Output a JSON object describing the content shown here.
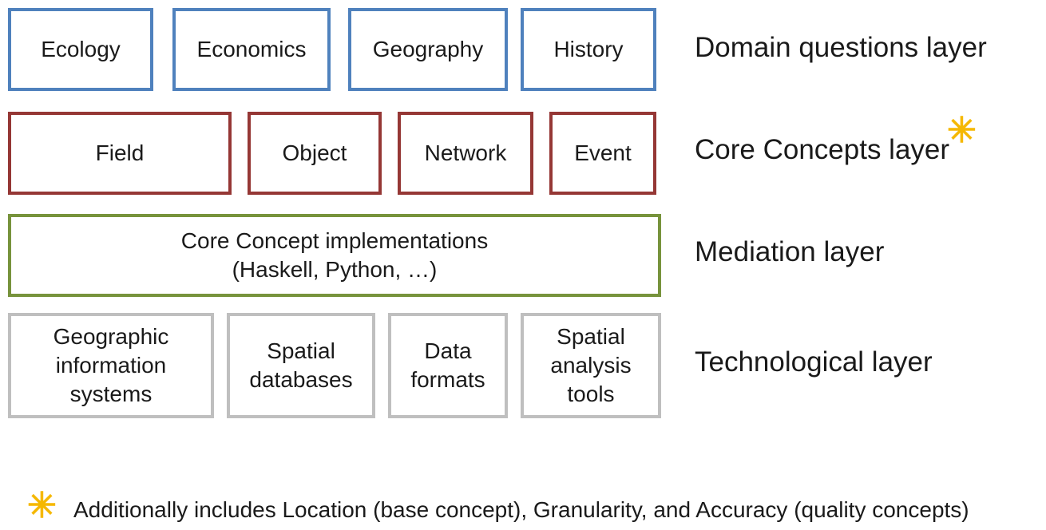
{
  "domain_layer": {
    "boxes": [
      "Ecology",
      "Economics",
      "Geography",
      "History"
    ],
    "label": "Domain questions layer",
    "color": "#4f81bd"
  },
  "core_layer": {
    "boxes": [
      "Field",
      "Object",
      "Network",
      "Event"
    ],
    "label": "Core Concepts layer",
    "marker": "✳",
    "color": "#953735"
  },
  "mediation_layer": {
    "box": "Core Concept implementations\n(Haskell, Python, …)",
    "label": "Mediation layer",
    "color": "#77933c"
  },
  "tech_layer": {
    "boxes": [
      "Geographic\ninformation\nsystems",
      "Spatial\ndatabases",
      "Data\nformats",
      "Spatial\nanalysis\ntools"
    ],
    "label": "Technological layer",
    "color": "#bfbfbf"
  },
  "footnote": {
    "marker": "✳",
    "text": "Additionally includes Location (base concept), Granularity, and Accuracy (quality concepts)",
    "marker_color": "#f5b800"
  }
}
